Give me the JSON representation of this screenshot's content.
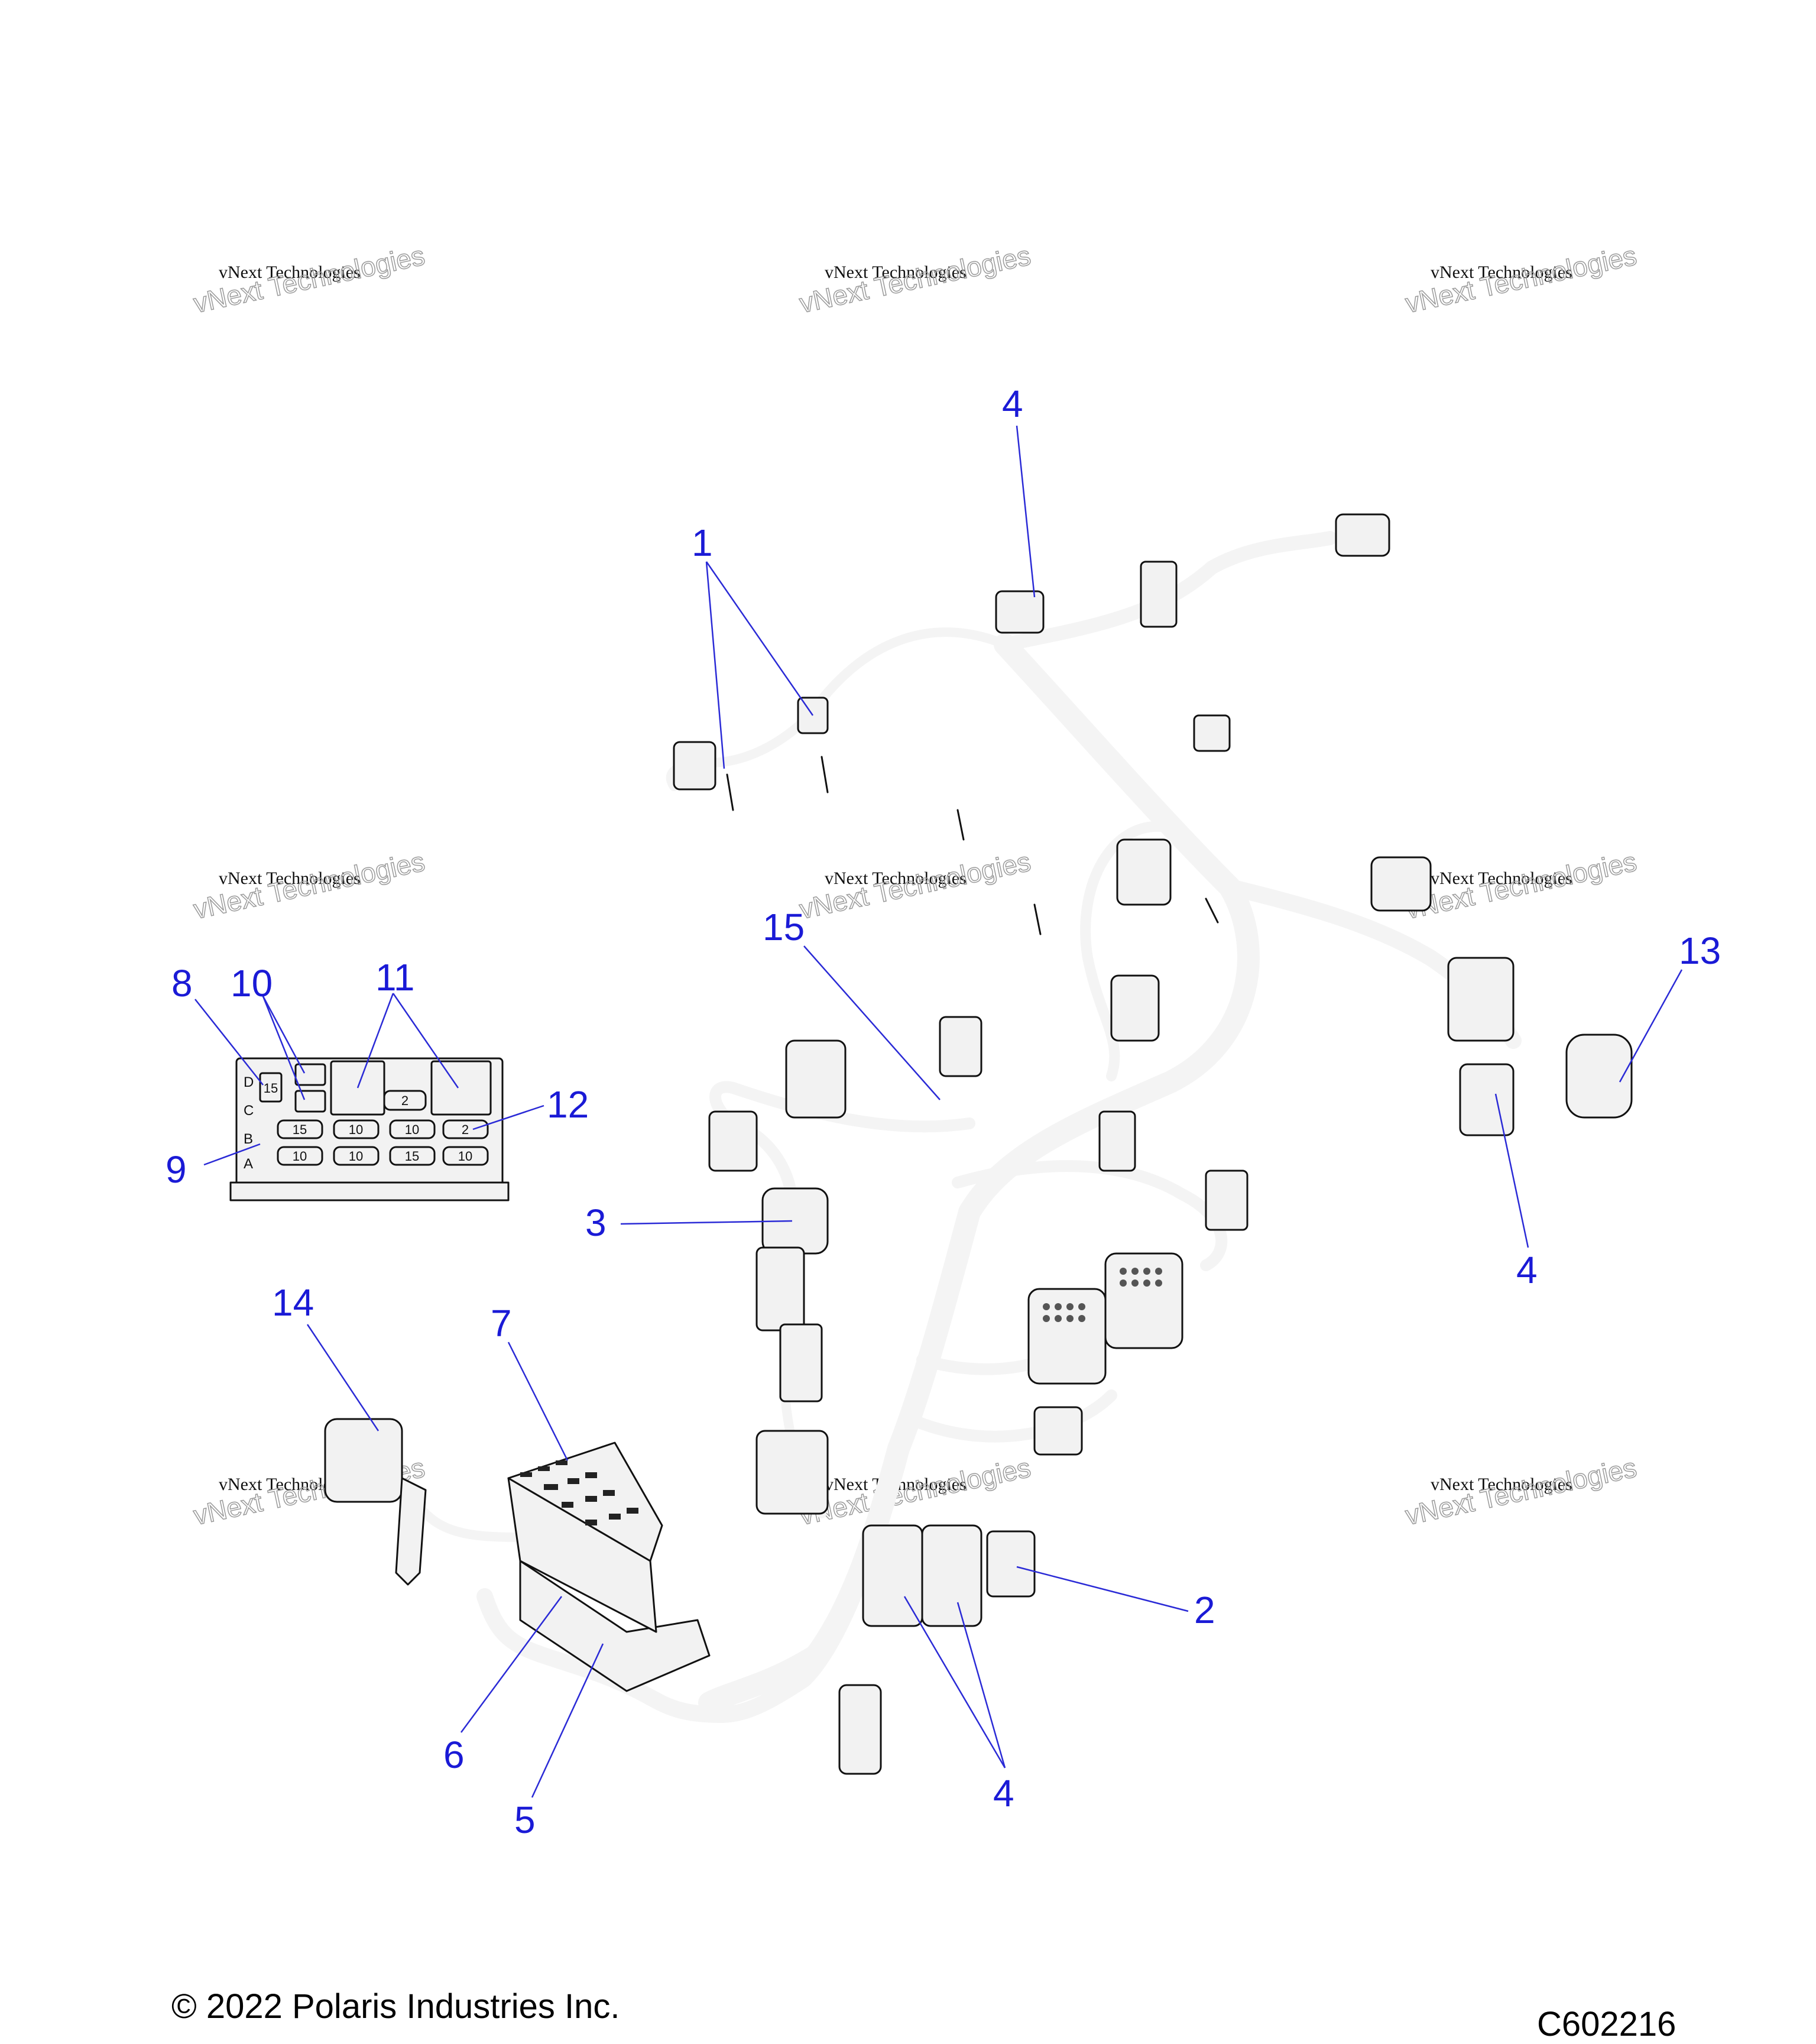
{
  "diagram": {
    "callouts": [
      {
        "label": "1"
      },
      {
        "label": "4"
      },
      {
        "label": "4"
      },
      {
        "label": "4"
      },
      {
        "label": "15"
      },
      {
        "label": "13"
      },
      {
        "label": "8"
      },
      {
        "label": "10"
      },
      {
        "label": "11"
      },
      {
        "label": "12"
      },
      {
        "label": "9"
      },
      {
        "label": "3"
      },
      {
        "label": "14"
      },
      {
        "label": "7"
      },
      {
        "label": "2"
      },
      {
        "label": "6"
      },
      {
        "label": "5"
      }
    ],
    "fuse_box": {
      "row_labels": [
        "D",
        "C",
        "B",
        "A"
      ],
      "row_b": [
        "15",
        "10",
        "10",
        "2"
      ],
      "row_a": [
        "10",
        "10",
        "15",
        "10"
      ],
      "top_slot": "2",
      "d_slot": "15"
    }
  },
  "watermark": {
    "line1": "vNext Technologies",
    "line2": "vNext Technologies"
  },
  "footer": {
    "copyright": "© 2022 Polaris Industries Inc.",
    "code": "C602216"
  }
}
